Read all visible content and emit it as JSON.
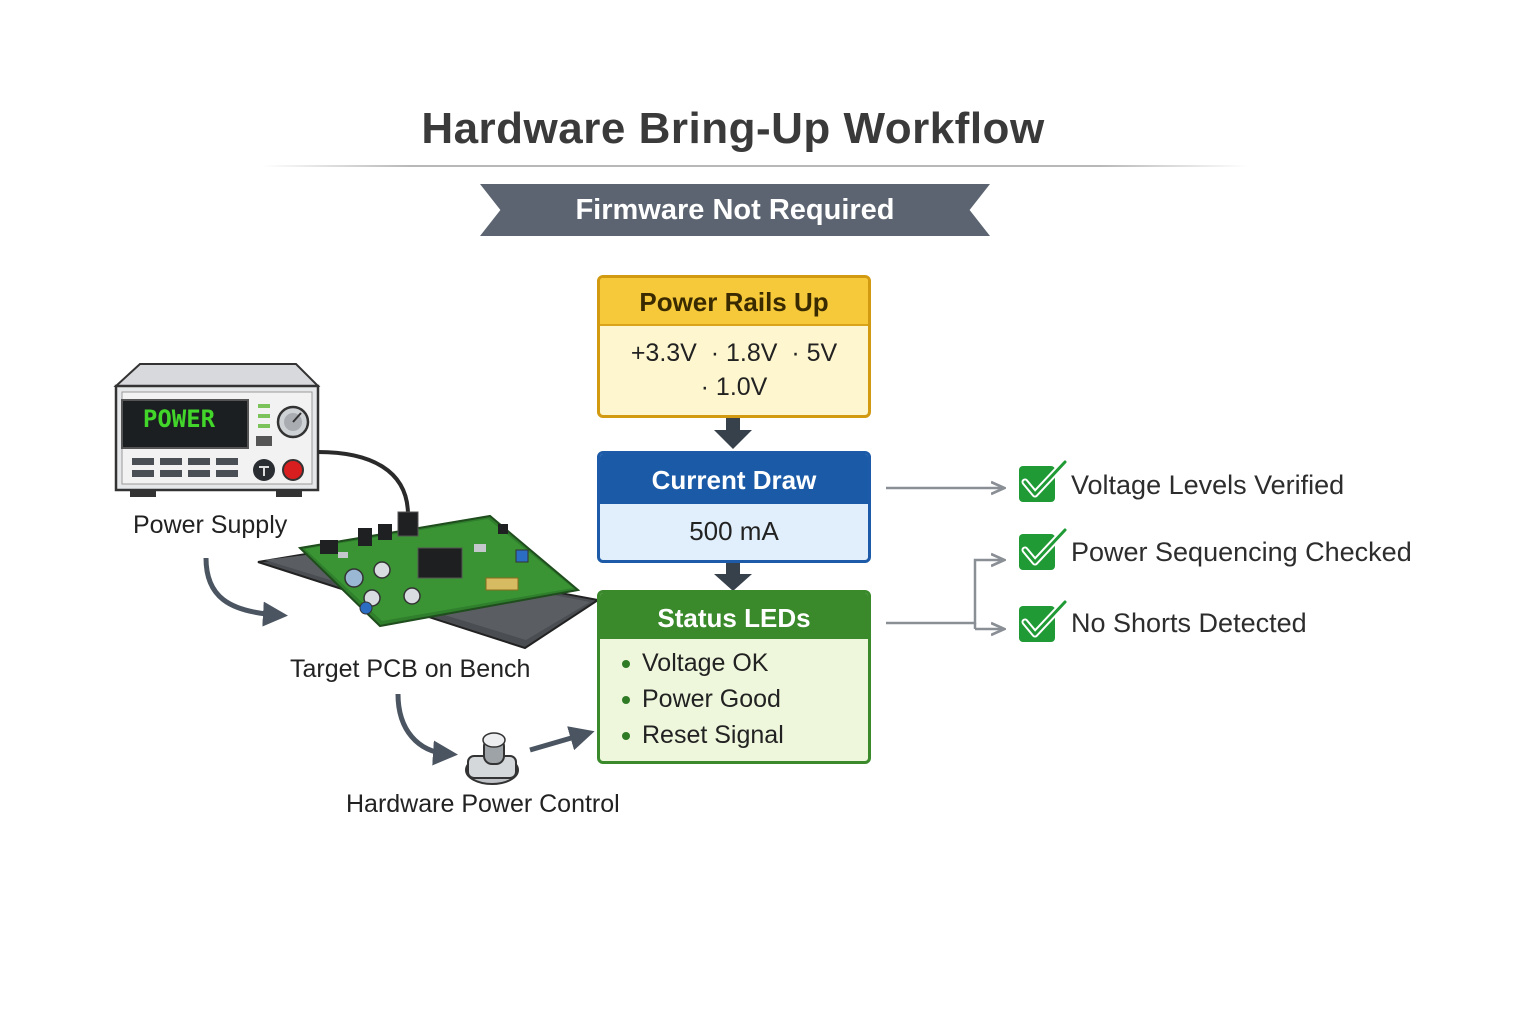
{
  "title": "Hardware Bring-Up Workflow",
  "banner": "Firmware Not Required",
  "power_supply": {
    "display": "POWER",
    "label": "Power Supply"
  },
  "pcb": {
    "label": "Target PCB on Bench"
  },
  "power_control": {
    "label": "Hardware Power Control"
  },
  "power_rails": {
    "heading": "Power Rails Up",
    "line1": "+3.3V  · 1.8V  · 5V",
    "line2": "· 1.0V"
  },
  "current_draw": {
    "heading": "Current Draw",
    "value": "500 mA"
  },
  "status_leds": {
    "heading": "Status LEDs",
    "items": [
      "Voltage OK",
      "Power Good",
      "Reset Signal"
    ]
  },
  "checks": [
    "Voltage Levels Verified",
    "Power Sequencing Checked",
    "No Shorts Detected"
  ],
  "colors": {
    "rails": "#f5c93a",
    "current": "#1a5aa6",
    "leds": "#3a8a2c",
    "check": "#1f9a35",
    "banner": "#5b6470"
  }
}
